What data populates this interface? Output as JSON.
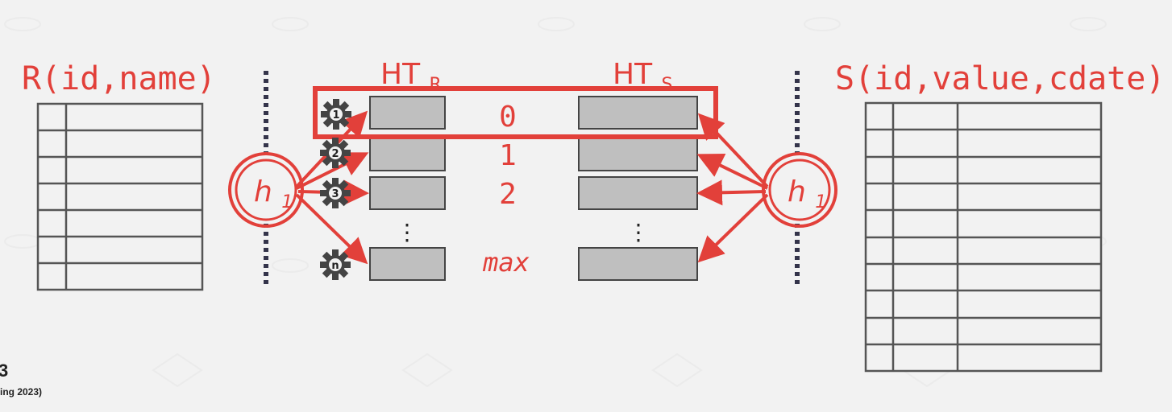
{
  "left_table": {
    "title": "R(id,name)",
    "rows": 7
  },
  "right_table": {
    "title": "S(id,value,cdate)",
    "rows": 10
  },
  "hash_table_r": {
    "label_main": "HT",
    "label_sub": "R"
  },
  "hash_table_s": {
    "label_main": "HT",
    "label_sub": "S"
  },
  "hash_function_left": {
    "name": "h",
    "subscript": "1"
  },
  "hash_function_right": {
    "name": "h",
    "subscript": "1"
  },
  "bucket_labels": [
    "0",
    "1",
    "2",
    "max"
  ],
  "worker_badges": [
    "1",
    "2",
    "3",
    "n"
  ],
  "ellipsis": "⋮",
  "footer": {
    "number": "3",
    "term": "ing 2023)"
  },
  "colors": {
    "accent": "#e2403a",
    "bucket_fill": "#bfbfbf",
    "divider": "#34344a"
  }
}
